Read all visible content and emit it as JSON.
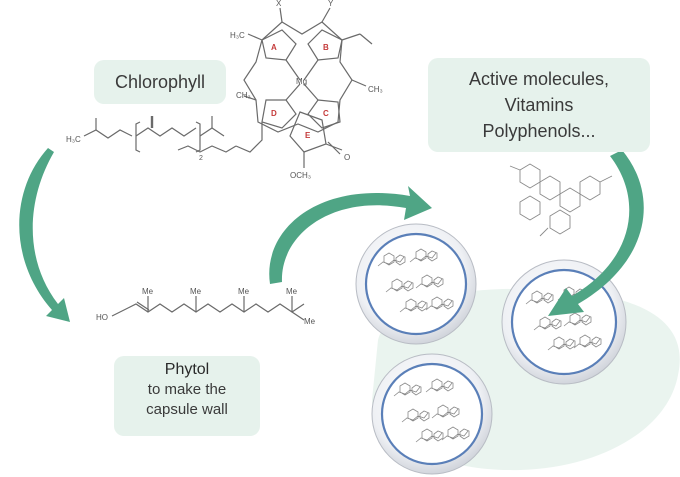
{
  "labels": {
    "chlorophyll": "Chlorophyll",
    "active": [
      "Active molecules,",
      "Vitamins",
      "Polyphenols..."
    ],
    "phytol_title": "Phytol",
    "phytol_desc": [
      "to make the",
      "capsule wall"
    ]
  },
  "chlorophyll_structure": {
    "rings": [
      "A",
      "B",
      "C",
      "D",
      "E"
    ],
    "metal": "Mg",
    "substituents": [
      "X",
      "Y",
      "H₃C",
      "CH₃",
      "OCH₃",
      "O"
    ],
    "chain_subscript": "2",
    "chain_end": "H₃C"
  },
  "phytol_structure": {
    "head": "HO",
    "methyls": [
      "Me",
      "Me",
      "Me",
      "Me",
      "Me"
    ]
  },
  "colors": {
    "arrow": "#4fa585",
    "box": "#e6f2ec",
    "capsule_wall": "#5a7fb8",
    "capsule_fill": "#e9ecf1",
    "blob": "#eaf4ef"
  }
}
